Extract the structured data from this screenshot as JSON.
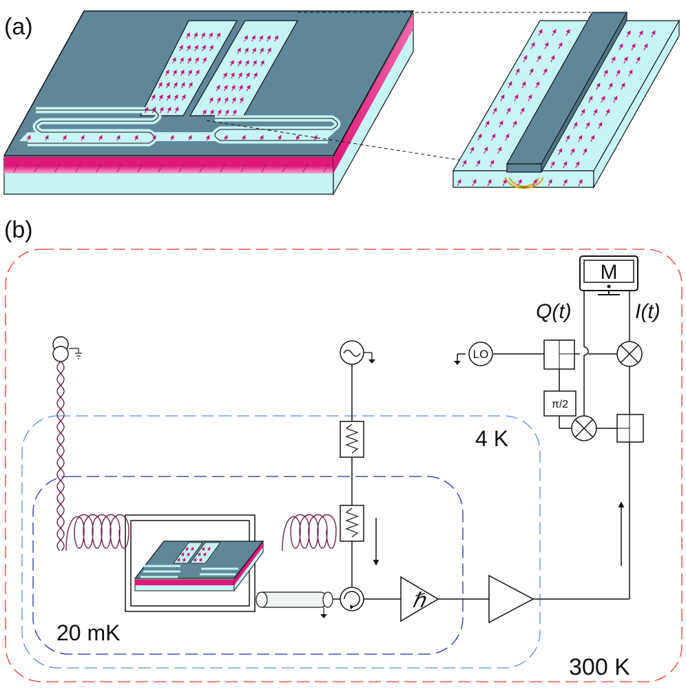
{
  "panels": {
    "a": {
      "label": "(a)"
    },
    "b": {
      "label": "(b)"
    }
  },
  "temperature_stages": {
    "room": "300 K",
    "four_kelvin": "4 K",
    "mixing": "20 mK"
  },
  "components": {
    "monitor": "M",
    "quadrature": "Q(t)",
    "in_phase": "I(t)",
    "local_oscillator": "LO",
    "phase_shifter": "π/2",
    "amplifier_quantum": "ℏ"
  },
  "colors": {
    "metal": "#5f8799",
    "substrate": "#c6f5f3",
    "magnetic_layer": "#e0187a",
    "arrows": "#c0157a",
    "boundary_300K": "#e23b2e",
    "boundary_4K": "#5a8fe0",
    "boundary_20mK": "#1f2fa8",
    "coil": "#6e1f4c",
    "field_lines": "#d8a01c"
  },
  "icons": [
    "monitor-icon",
    "current-source-icon",
    "signal-generator-icon",
    "attenuator-icon",
    "circulator-icon",
    "amplifier-icon",
    "mixer-icon",
    "splitter-icon",
    "coil-icon",
    "ground-icon",
    "coax-cable-icon"
  ]
}
